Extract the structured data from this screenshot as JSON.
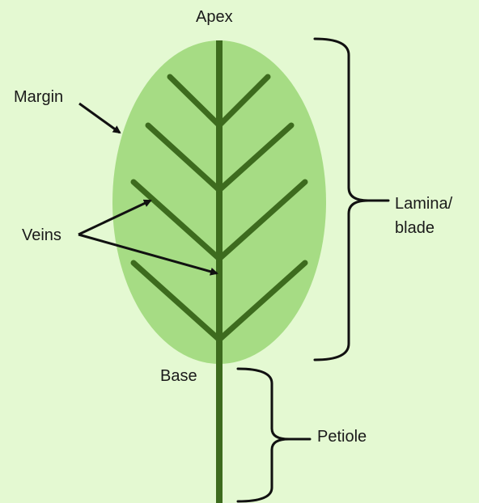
{
  "labels": {
    "apex": "Apex",
    "margin": "Margin",
    "veins": "Veins",
    "base": "Base",
    "lamina_line1": "Lamina/",
    "lamina_line2": "blade",
    "petiole": "Petiole"
  },
  "colors": {
    "background": "#e4f9d2",
    "leaf_fill": "#a6dc84",
    "vein": "#3d6b1e",
    "annotation": "#111111"
  }
}
